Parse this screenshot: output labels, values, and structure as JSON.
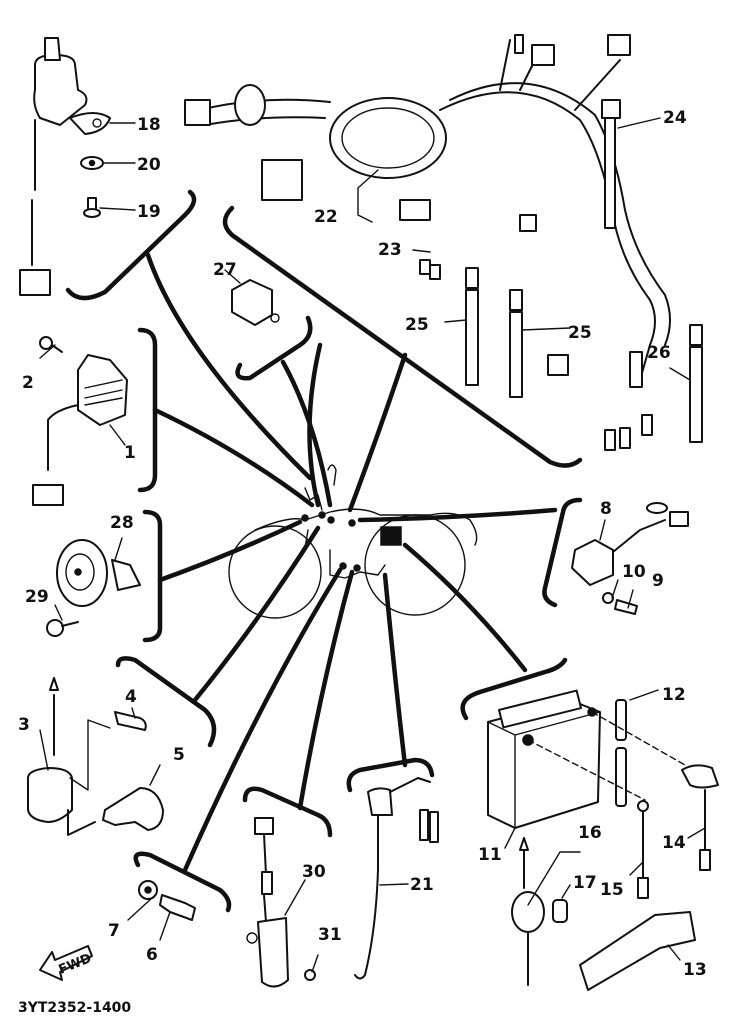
{
  "title": "Electrical parts exploded view",
  "drawing_number": "3YT2352-1400",
  "direction_marker": {
    "label": "FWD",
    "icon": "forward-arrow-icon"
  },
  "callouts": [
    {
      "num": "1",
      "part": "rectifier-regulator"
    },
    {
      "num": "2",
      "part": "bolt"
    },
    {
      "num": "3",
      "part": "ignition-coil"
    },
    {
      "num": "4",
      "part": "bolt"
    },
    {
      "num": "5",
      "part": "spark-plug-cap"
    },
    {
      "num": "6",
      "part": "switch"
    },
    {
      "num": "7",
      "part": "washer"
    },
    {
      "num": "8",
      "part": "starter-relay"
    },
    {
      "num": "9",
      "part": "bolt"
    },
    {
      "num": "10",
      "part": "washer"
    },
    {
      "num": "11",
      "part": "battery"
    },
    {
      "num": "12",
      "part": "battery-breather-pipe"
    },
    {
      "num": "13",
      "part": "battery-band"
    },
    {
      "num": "14",
      "part": "battery-lead-plus"
    },
    {
      "num": "15",
      "part": "battery-lead-minus"
    },
    {
      "num": "16",
      "part": "fuse-holder"
    },
    {
      "num": "17",
      "part": "fuse"
    },
    {
      "num": "18",
      "part": "main-switch"
    },
    {
      "num": "19",
      "part": "bolt"
    },
    {
      "num": "20",
      "part": "washer"
    },
    {
      "num": "21",
      "part": "sensor-lead"
    },
    {
      "num": "22",
      "part": "wire-harness"
    },
    {
      "num": "23",
      "part": "harness-sub-lead"
    },
    {
      "num": "24",
      "part": "cable-tie"
    },
    {
      "num": "25",
      "part": "cable-tie"
    },
    {
      "num": "26",
      "part": "cable-tie"
    },
    {
      "num": "27",
      "part": "flasher-relay"
    },
    {
      "num": "28",
      "part": "horn"
    },
    {
      "num": "29",
      "part": "bolt"
    },
    {
      "num": "30",
      "part": "switch-assembly"
    },
    {
      "num": "31",
      "part": "screw"
    }
  ]
}
